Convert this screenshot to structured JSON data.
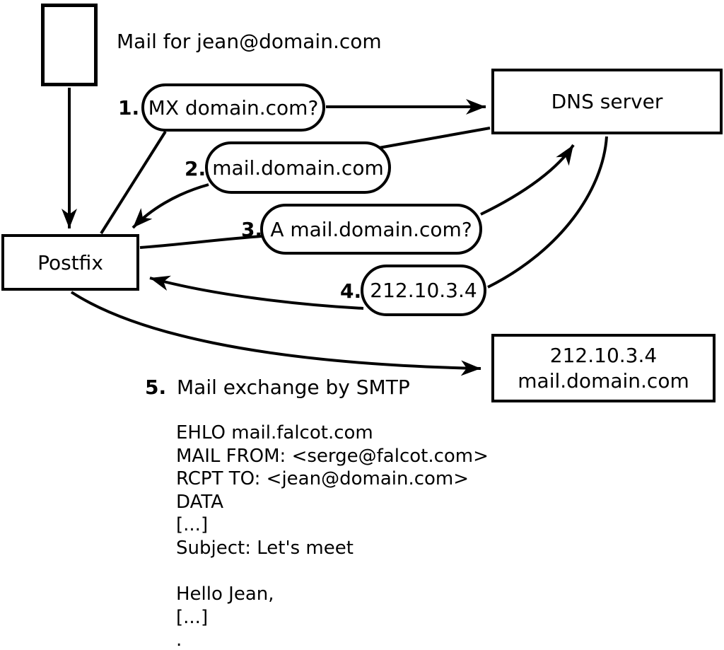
{
  "diagram": {
    "mail_note": "Mail for jean@domain.com",
    "postfix_label": "Postfix",
    "dns_label": "DNS server",
    "target_line1": "212.10.3.4",
    "target_line2": "mail.domain.com",
    "steps": [
      {
        "num": "1.",
        "label": "MX domain.com?"
      },
      {
        "num": "2.",
        "label": "mail.domain.com"
      },
      {
        "num": "3.",
        "label": "A mail.domain.com?"
      },
      {
        "num": "4.",
        "label": "212.10.3.4"
      },
      {
        "num": "5.",
        "label": "Mail exchange by SMTP"
      }
    ],
    "smtp_session": "EHLO mail.falcot.com\nMAIL FROM: <serge@falcot.com>\nRCPT TO: <jean@domain.com>\nDATA\n[...]\nSubject: Let's meet\n\nHello Jean,\n[...]\n."
  },
  "icons": {
    "sender": "mail-message-rectangle"
  },
  "colors": {
    "ink": "#000000",
    "background": "#ffffff"
  }
}
